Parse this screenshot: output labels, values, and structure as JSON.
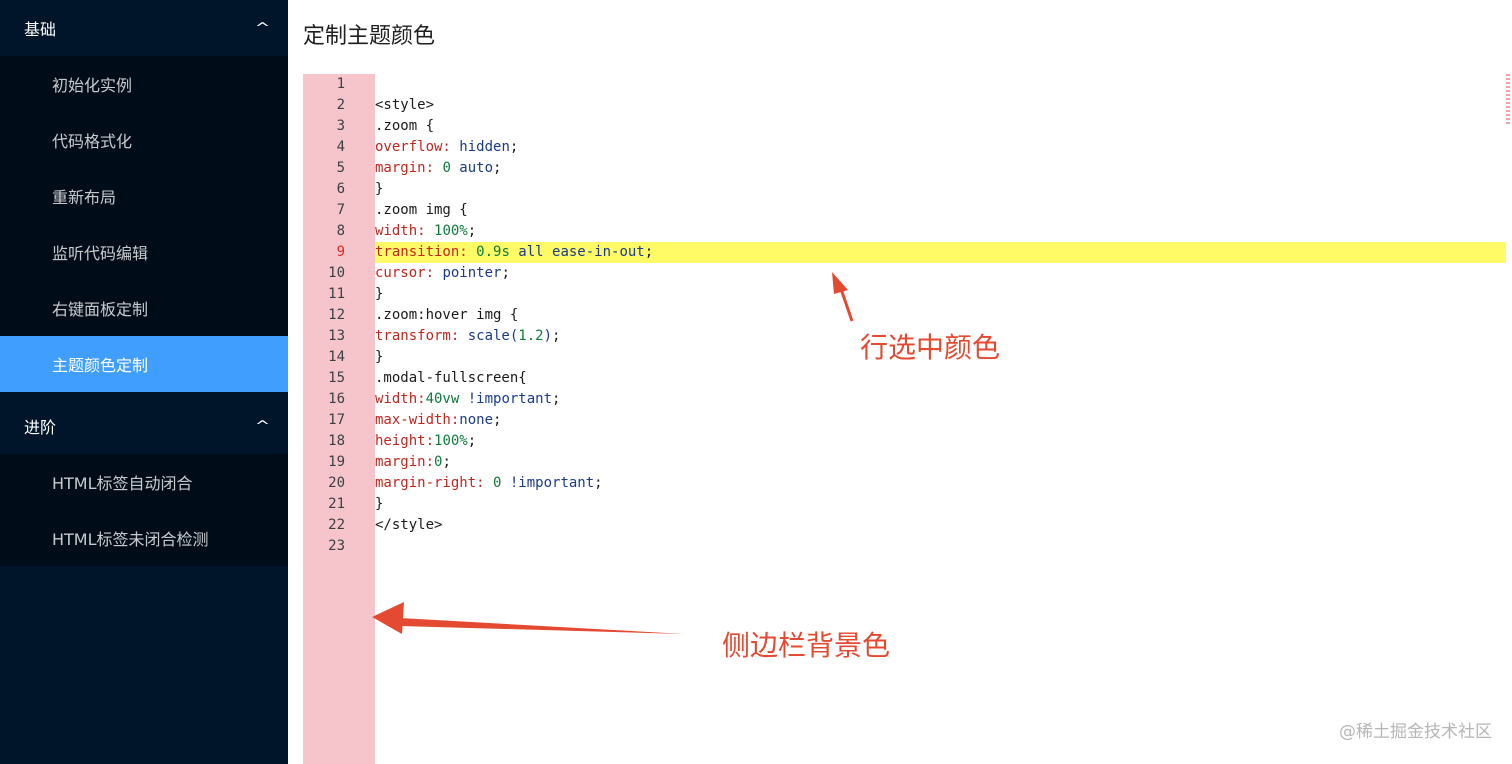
{
  "sidebar": {
    "groups": [
      {
        "title": "基础",
        "items": [
          "初始化实例",
          "代码格式化",
          "重新布局",
          "监听代码编辑",
          "右键面板定制",
          "主题颜色定制"
        ],
        "active_index": 5
      },
      {
        "title": "进阶",
        "items": [
          "HTML标签自动闭合",
          "HTML标签未闭合检测"
        ],
        "active_index": -1
      }
    ],
    "chevron_icon": "chevron-up-icon"
  },
  "main": {
    "page_title": "定制主题颜色"
  },
  "editor": {
    "highlighted_line": 9,
    "colors": {
      "gutter_background": "#f6c5cc",
      "selected_line": "#fffb66",
      "property": "#c2261d",
      "value": "#1b3a8c",
      "number": "#117a3d"
    },
    "lines": [
      [],
      [
        {
          "t": "<style>",
          "c": "tag"
        }
      ],
      [
        {
          "t": ".zoom {",
          "c": "tag"
        }
      ],
      [
        {
          "t": "overflow: ",
          "c": "prop"
        },
        {
          "t": "hidden",
          "c": "val"
        },
        {
          "t": ";",
          "c": "tag"
        }
      ],
      [
        {
          "t": "margin: ",
          "c": "prop"
        },
        {
          "t": "0",
          "c": "num"
        },
        {
          "t": " auto",
          "c": "val"
        },
        {
          "t": ";",
          "c": "tag"
        }
      ],
      [
        {
          "t": "}",
          "c": "tag"
        }
      ],
      [
        {
          "t": ".zoom img {",
          "c": "tag"
        }
      ],
      [
        {
          "t": "width: ",
          "c": "prop"
        },
        {
          "t": "100%",
          "c": "num"
        },
        {
          "t": ";",
          "c": "tag"
        }
      ],
      [
        {
          "t": "transition: ",
          "c": "prop"
        },
        {
          "t": "0.9s",
          "c": "num"
        },
        {
          "t": " all ease-in-out",
          "c": "val"
        },
        {
          "t": ";",
          "c": "tag"
        }
      ],
      [
        {
          "t": "cursor: ",
          "c": "prop"
        },
        {
          "t": "pointer",
          "c": "val"
        },
        {
          "t": ";",
          "c": "tag"
        }
      ],
      [
        {
          "t": "}",
          "c": "tag"
        }
      ],
      [
        {
          "t": ".zoom:hover img {",
          "c": "tag"
        }
      ],
      [
        {
          "t": "transform: ",
          "c": "prop"
        },
        {
          "t": "scale(",
          "c": "val"
        },
        {
          "t": "1.2",
          "c": "num"
        },
        {
          "t": ")",
          "c": "val"
        },
        {
          "t": ";",
          "c": "tag"
        }
      ],
      [
        {
          "t": "}",
          "c": "tag"
        }
      ],
      [
        {
          "t": ".modal-fullscreen{",
          "c": "tag"
        }
      ],
      [
        {
          "t": "width:",
          "c": "prop"
        },
        {
          "t": "40vw",
          "c": "num"
        },
        {
          "t": " !important",
          "c": "kw"
        },
        {
          "t": ";",
          "c": "tag"
        }
      ],
      [
        {
          "t": "max-width:",
          "c": "prop"
        },
        {
          "t": "none",
          "c": "val"
        },
        {
          "t": ";",
          "c": "tag"
        }
      ],
      [
        {
          "t": "height:",
          "c": "prop"
        },
        {
          "t": "100%",
          "c": "num"
        },
        {
          "t": ";",
          "c": "tag"
        }
      ],
      [
        {
          "t": "margin:",
          "c": "prop"
        },
        {
          "t": "0",
          "c": "num"
        },
        {
          "t": ";",
          "c": "tag"
        }
      ],
      [
        {
          "t": "margin-right: ",
          "c": "prop"
        },
        {
          "t": "0",
          "c": "num"
        },
        {
          "t": " !important",
          "c": "kw"
        },
        {
          "t": ";",
          "c": "tag"
        }
      ],
      [
        {
          "t": "}",
          "c": "tag"
        }
      ],
      [
        {
          "t": "</style>",
          "c": "tag"
        }
      ],
      []
    ]
  },
  "annotations": {
    "line_selection_label": "行选中颜色",
    "gutter_label": "侧边栏背景色",
    "arrow_color": "#e34a31"
  },
  "watermark": "@稀土掘金技术社区"
}
